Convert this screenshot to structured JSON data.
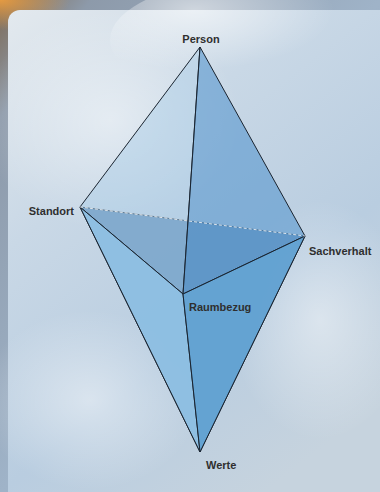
{
  "diagram": {
    "labels": [
      "Person",
      "Standort",
      "Sachverhalt",
      "Raumbezug",
      "Werte"
    ]
  }
}
